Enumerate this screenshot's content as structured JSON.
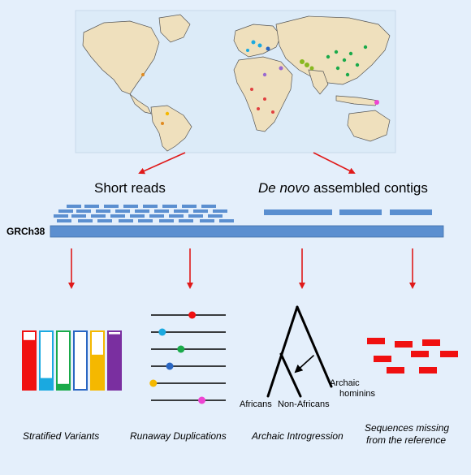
{
  "labels": {
    "short_reads": "Short reads",
    "de_novo_italic": "De novo",
    "de_novo_rest": " assembled contigs",
    "reference": "GRCh38"
  },
  "captions": {
    "stratified": "Stratified Variants",
    "runaway": "Runaway Duplications",
    "archaic": "Archaic Introgression",
    "missing_line1": "Sequences missing",
    "missing_line2": "from the reference"
  },
  "tree": {
    "africans": "Africans",
    "non_africans": "Non-Africans",
    "archaic_line1": "Archaic",
    "archaic_line2": "hominins"
  },
  "colors": {
    "background": "#e4effb",
    "ocean": "#dcebf8",
    "land": "#efe0bd",
    "bar_blue": "#5b8fd0",
    "arrow_red": "#e01a1a",
    "red": "#f01010",
    "cyan": "#1aa9e0",
    "green": "#1aaa4a",
    "blue": "#2a66c2",
    "yellow": "#f5b800",
    "purple": "#7a2fa0",
    "magenta": "#ee44d2"
  },
  "stratified_bars_fill": [
    0.85,
    0.2,
    0.1,
    0.0,
    0.6,
    0.95
  ],
  "duplication_dots": [
    0.55,
    0.15,
    0.4,
    0.25,
    0.03,
    0.68
  ]
}
